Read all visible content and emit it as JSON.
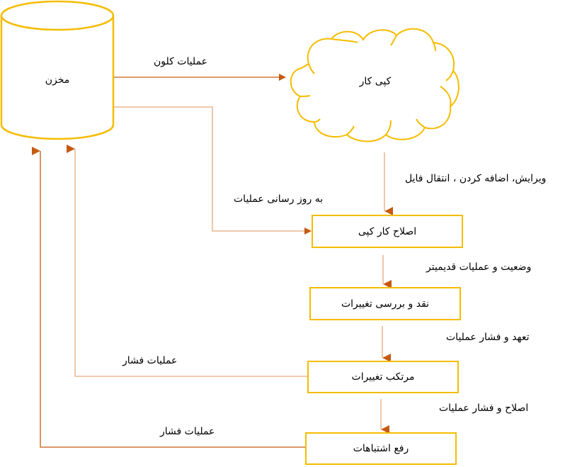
{
  "colors": {
    "node_border": "#F5BC00",
    "arrow_dark": "#C55A11",
    "arrow_light": "#E8A77C",
    "text": "#000000"
  },
  "nodes": {
    "repository": {
      "label": "مخزن",
      "shape": "cylinder"
    },
    "working_copy": {
      "label": "کپی کار",
      "shape": "cloud"
    },
    "fix_working_copy": {
      "label": "اصلاح کار کپی",
      "shape": "rectangle"
    },
    "review_changes": {
      "label": "نقد و بررسی تغییرات",
      "shape": "rectangle"
    },
    "commit_changes": {
      "label": "مرتکب تغییرات",
      "shape": "rectangle"
    },
    "fix_bugs": {
      "label": "رفع اشتباهات",
      "shape": "rectangle"
    }
  },
  "edges": [
    {
      "from": "repository",
      "to": "working_copy",
      "label": "عملیات کلون"
    },
    {
      "from": "working_copy",
      "to": "fix_working_copy",
      "label": "ویرایش، اضافه کردن ، انتقال فایل"
    },
    {
      "from": "repository",
      "to": "fix_working_copy",
      "label": "به روز رسانی عملیات"
    },
    {
      "from": "fix_working_copy",
      "to": "review_changes",
      "label": "وضعیت و عملیات قدیمیتر"
    },
    {
      "from": "review_changes",
      "to": "commit_changes",
      "label": "تعهد و فشار عملیات"
    },
    {
      "from": "commit_changes",
      "to": "repository",
      "label": "عملیات فشار"
    },
    {
      "from": "commit_changes",
      "to": "fix_bugs",
      "label": "اصلاح و فشار عملیات"
    },
    {
      "from": "fix_bugs",
      "to": "repository",
      "label": "عملیات فشار"
    }
  ]
}
